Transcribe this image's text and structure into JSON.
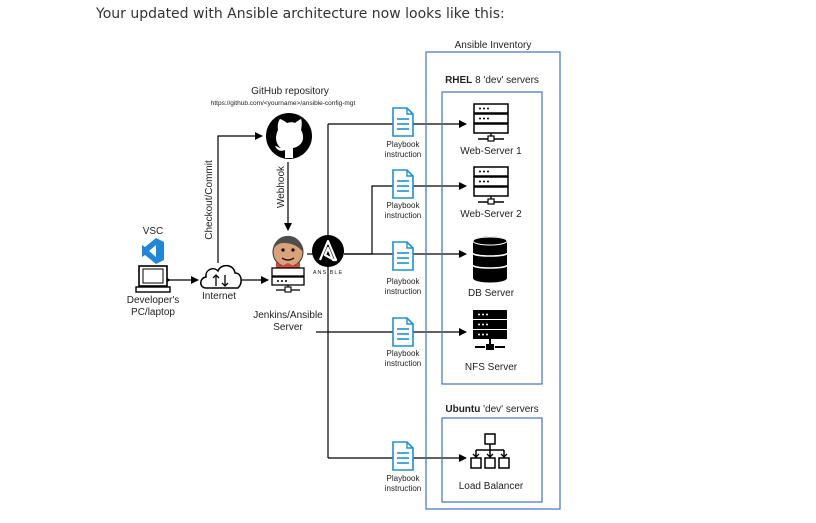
{
  "intro": "Your updated with Ansible architecture now looks like this:",
  "github": {
    "title": "GitHub repository",
    "url": "https://github.com/<yourname>/ansible-config-mgt"
  },
  "labels": {
    "vsc": "VSC",
    "developer_line1": "Developer's",
    "developer_line2": "PC/laptop",
    "internet": "Internet",
    "checkout": "Checkout/Commit",
    "webhook": "Webhook",
    "jenkins_line1": "Jenkins/Ansible",
    "jenkins_line2": "Server",
    "ansible_logo": "ANSIBLE"
  },
  "inventory": {
    "title": "Ansible Inventory",
    "rhel_bold": "RHEL",
    "rhel_rest": " 8 'dev' servers",
    "ubuntu_bold": "Ubuntu",
    "ubuntu_rest": " 'dev' servers"
  },
  "playbook": {
    "line1": "Playbook",
    "line2": "instruction"
  },
  "servers": {
    "web1": "Web-Server 1",
    "web2": "Web-Server 2",
    "db": "DB Server",
    "nfs": "NFS Server",
    "lb": "Load Balancer"
  },
  "colors": {
    "doc_icon": "#1E90D6",
    "vscode": "#1F86D8",
    "inventory_border": "#4472C4",
    "line": "#000000",
    "jenkins_face": "#D8A27A",
    "jenkins_red": "#D24939"
  }
}
